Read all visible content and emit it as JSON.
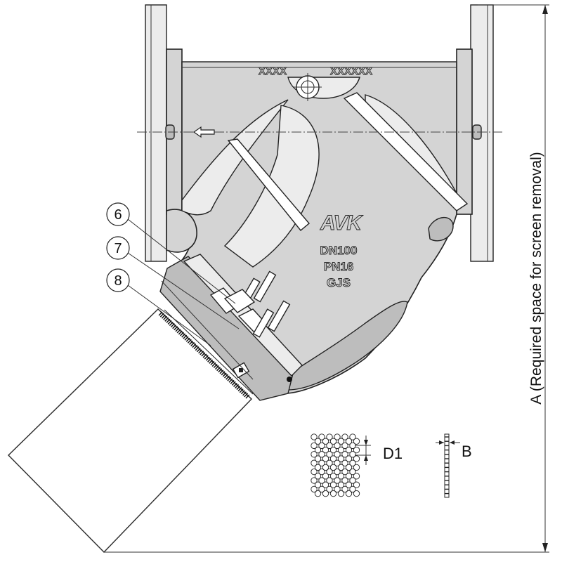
{
  "callouts": [
    "6",
    "7",
    "8"
  ],
  "embossing": {
    "left_code": "XXXX",
    "right_code": "XXXXXX",
    "logo": "AVK",
    "size": "DN100",
    "pressure": "PN16",
    "material": "GJS"
  },
  "dimensions": {
    "height_label": "A (Required space for screen removal)",
    "hole_diameter_label": "D1",
    "thickness_label": "B"
  },
  "colors": {
    "body": "#d4d4d4",
    "outline": "#222222",
    "background": "#ffffff"
  }
}
